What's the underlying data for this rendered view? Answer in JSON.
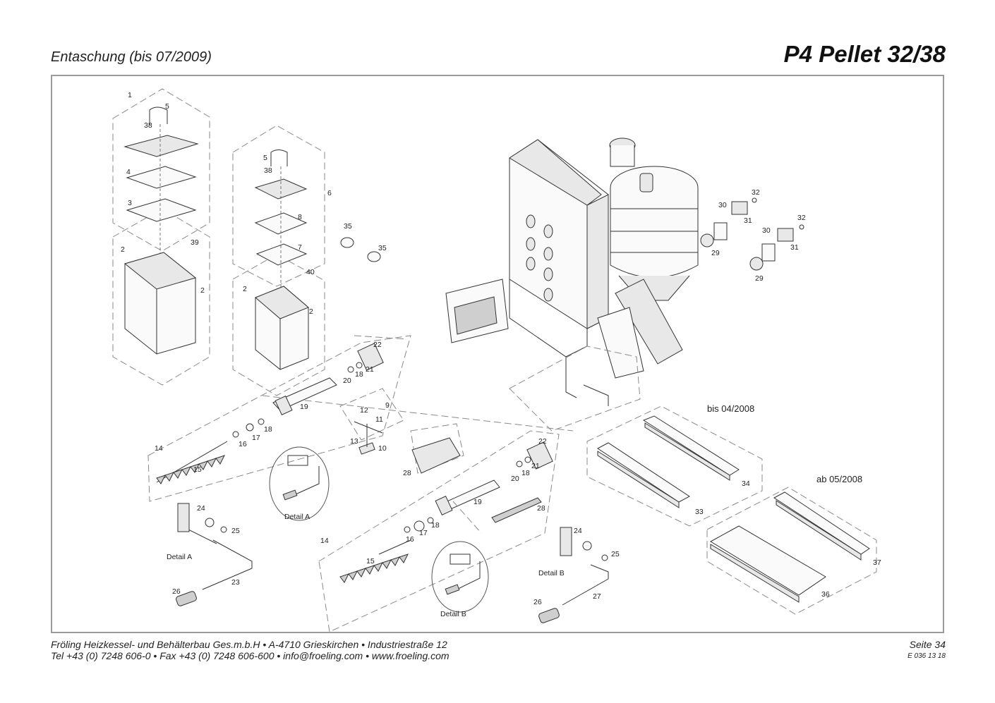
{
  "header": {
    "section_title": "Entaschung (bis 07/2009)",
    "product_title": "P4 Pellet 32/38"
  },
  "footer": {
    "company_line": "Fröling Heizkessel- und Behälterbau Ges.m.b.H   •  A-4710 Grieskirchen   •  Industriestraße 12",
    "contact_line": "Tel +43 (0) 7248 606-0   •  Fax +43 (0) 7248 606-600   •  info@froeling.com   •  www.froeling.com",
    "page_label": "Seite 34",
    "doc_number": "E 036 13 18"
  },
  "diagram": {
    "variant_labels": [
      "bis 04/2008",
      "ab 05/2008"
    ],
    "detail_labels": [
      "Detail A",
      "Detail A",
      "Detail B",
      "Detail B"
    ],
    "part_numbers": [
      "1",
      "5",
      "38",
      "4",
      "3",
      "39",
      "2",
      "2",
      "5",
      "38",
      "6",
      "8",
      "7",
      "40",
      "2",
      "2",
      "35",
      "35",
      "22",
      "21",
      "18",
      "20",
      "19",
      "9",
      "12",
      "11",
      "13",
      "10",
      "18",
      "17",
      "16",
      "14",
      "15",
      "24",
      "25",
      "23",
      "26",
      "28",
      "22",
      "21",
      "18",
      "20",
      "19",
      "28",
      "18",
      "17",
      "16",
      "14",
      "15",
      "24",
      "25",
      "27",
      "26",
      "32",
      "30",
      "31",
      "32",
      "30",
      "31",
      "29",
      "29",
      "34",
      "33",
      "37",
      "36"
    ]
  }
}
